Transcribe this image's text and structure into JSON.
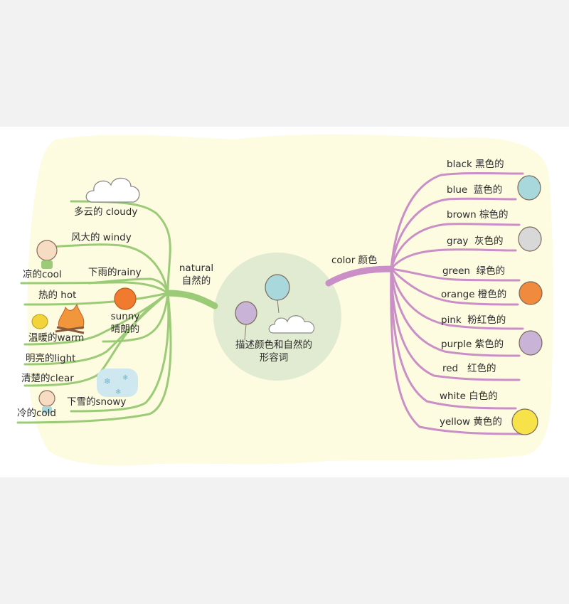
{
  "center": {
    "title": "描述颜色和自然的\n形容词"
  },
  "natural": {
    "label": "natural\n自然的",
    "items": [
      {
        "id": "cloudy",
        "text": "多云的 cloudy",
        "icon": "cloud-icon"
      },
      {
        "id": "windy",
        "text": "风大的 windy",
        "icon": "windblown-person-icon"
      },
      {
        "id": "rainy",
        "text": "下雨的rainy",
        "icon": ""
      },
      {
        "id": "cool",
        "text": "凉的cool",
        "icon": ""
      },
      {
        "id": "hot",
        "text": "热的 hot",
        "icon": ""
      },
      {
        "id": "sunny",
        "text": "sunny\n晴朗的",
        "icon": "sun-icon"
      },
      {
        "id": "warm",
        "text": "温暖的warm",
        "icon": "campfire-icon"
      },
      {
        "id": "light",
        "text": "明亮的light",
        "icon": ""
      },
      {
        "id": "clear",
        "text": "清楚的clear",
        "icon": ""
      },
      {
        "id": "snowy",
        "text": "下雪的snowy",
        "icon": "snowflake-icon"
      },
      {
        "id": "cold",
        "text": "冷的cold",
        "icon": "shivering-person-icon"
      }
    ]
  },
  "color": {
    "label": "color 颜色",
    "items": [
      {
        "id": "black",
        "text": "black 黑色的",
        "balloon": ""
      },
      {
        "id": "blue",
        "text": "blue  蓝色的",
        "balloon": "#a9d8dc"
      },
      {
        "id": "brown",
        "text": "brown 棕色的",
        "balloon": ""
      },
      {
        "id": "gray",
        "text": "gray  灰色的",
        "balloon": "#d8d8d8"
      },
      {
        "id": "green",
        "text": "green  绿色的",
        "balloon": ""
      },
      {
        "id": "orange",
        "text": "orange 橙色的",
        "balloon": "#f08a3c"
      },
      {
        "id": "pink",
        "text": "pink  粉红色的",
        "balloon": ""
      },
      {
        "id": "purple",
        "text": "purple 紫色的",
        "balloon": "#c9b3d6"
      },
      {
        "id": "red",
        "text": "red   红色的",
        "balloon": ""
      },
      {
        "id": "white",
        "text": "white 白色的",
        "balloon": ""
      },
      {
        "id": "yellow",
        "text": "yellow 黄色的",
        "balloon": "#f7e24a"
      }
    ]
  },
  "colors": {
    "background": "#fdfbe0",
    "center_circle": "#e1ebd1",
    "natural_branch": "#9ccb78",
    "color_branch": "#c98fc6",
    "sun": "#f07a2e",
    "fire": "#f2963c",
    "snow_patch": "#cfe8f0"
  }
}
